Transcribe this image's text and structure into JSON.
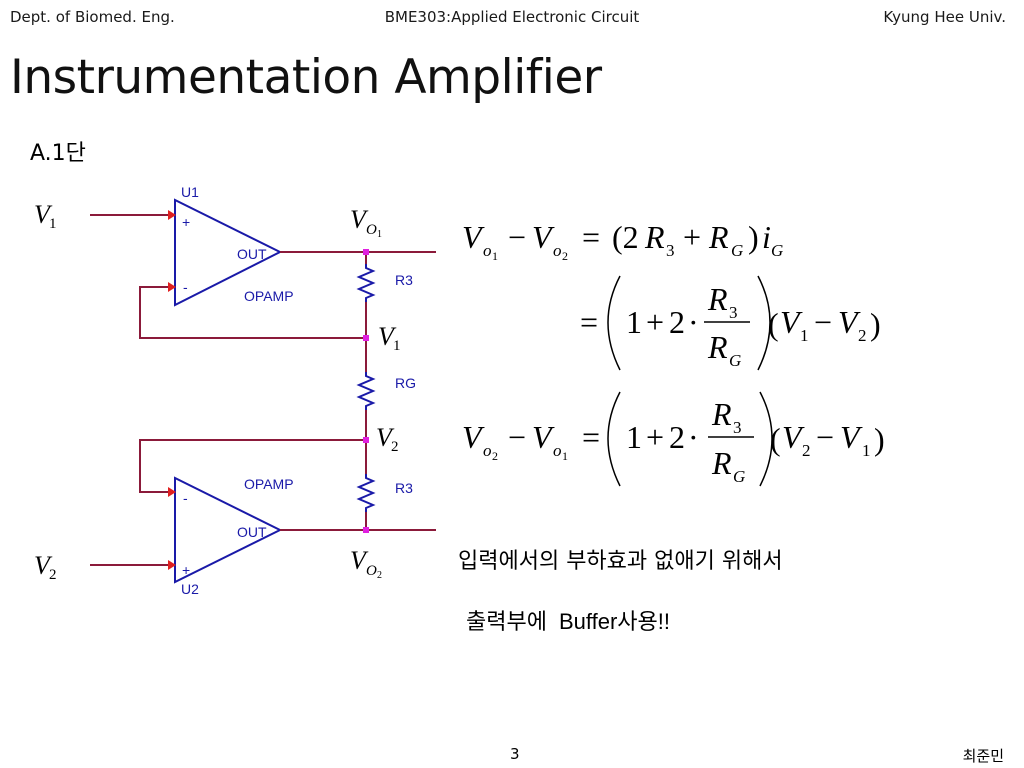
{
  "header": {
    "left": "Dept. of Biomed. Eng.",
    "center": "BME303:Applied Electronic Circuit",
    "right": "Kyung Hee Univ."
  },
  "title": "Instrumentation Amplifier",
  "section": "A.1단",
  "circuit": {
    "u1": {
      "name": "U1",
      "plus": "+",
      "minus": "-",
      "out": "OUT",
      "model": "OPAMP"
    },
    "u2": {
      "name": "U2",
      "plus": "+",
      "minus": "-",
      "out": "OUT",
      "model": "OPAMP"
    },
    "resistors": [
      "R3",
      "RG",
      "R3"
    ],
    "symbols": {
      "v1_in": {
        "main": "V",
        "sub": "1"
      },
      "v2_in": {
        "main": "V",
        "sub": "2"
      },
      "vo1": {
        "main": "V",
        "sub": "O",
        "subsub": "1"
      },
      "vo2": {
        "main": "V",
        "sub": "O",
        "subsub": "2"
      },
      "v1_node": {
        "main": "V",
        "sub": "1"
      },
      "v2_node": {
        "main": "V",
        "sub": "2"
      }
    }
  },
  "equations": {
    "eq1": {
      "V": "V",
      "o": "o",
      "n1": "1",
      "n2": "2",
      "minus": "−",
      "eq": "=",
      "rhs_open": "(2",
      "R": "R",
      "three": "3",
      "plus": "+",
      "G": "G",
      "rhs_close": ")",
      "i": "i"
    },
    "eq2": {
      "eq": "=",
      "one": "1",
      "plus": "+",
      "two": "2",
      "dot": "·",
      "R": "R",
      "three": "3",
      "G": "G",
      "V": "V",
      "s1": "1",
      "s2": "2",
      "minus": "−",
      "lp": "(",
      "rp": ")"
    },
    "eq3": {
      "V": "V",
      "o": "o",
      "s2": "2",
      "s1": "1",
      "minus": "−",
      "eq": "=",
      "one": "1",
      "plus": "+",
      "two": "2",
      "dot": "·",
      "R": "R",
      "three": "3",
      "G": "G",
      "lp": "(",
      "rp": ")"
    }
  },
  "notes": {
    "line1": "입력에서의 부하효과 없애기 위해서",
    "line2_a": "출력부에",
    "line2_b": "Buffer사용!!"
  },
  "footer": {
    "page": "3",
    "author": "최준민"
  },
  "colors": {
    "wire": "#8b1a3a",
    "component": "#1a1aa8",
    "node": "#e020e0",
    "arrow": "#e02020"
  }
}
